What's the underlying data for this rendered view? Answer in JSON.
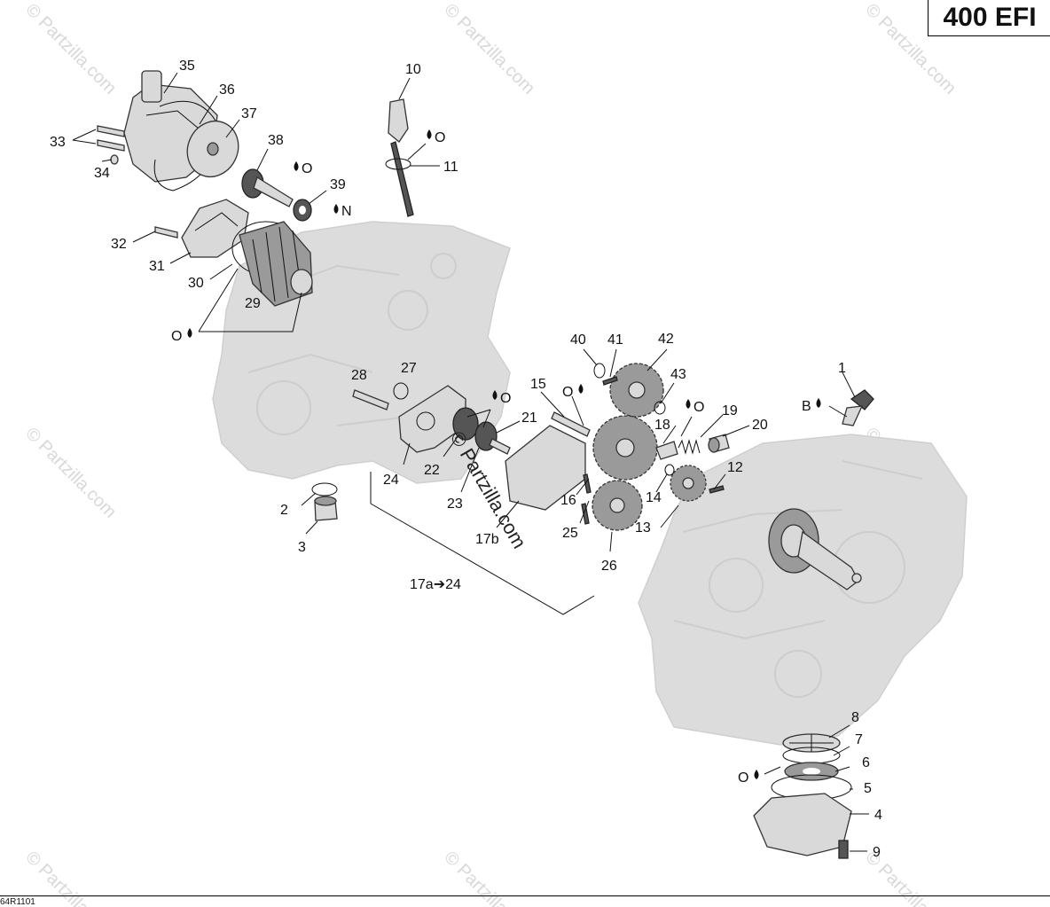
{
  "model_label": "400 EFI",
  "figure_code": "64R1101",
  "watermark": "© Partzilla.com",
  "watermark_center": "© Partzilla.com",
  "labels": {
    "l1": "1",
    "l2": "2",
    "l3": "3",
    "l4": "4",
    "l5": "5",
    "l6": "6",
    "l7": "7",
    "l8": "8",
    "l9": "9",
    "l10": "10",
    "l11": "11",
    "l12": "12",
    "l13": "13",
    "l14": "14",
    "l15": "15",
    "l16": "16",
    "l17b": "17b",
    "l17a24": "17a➔24",
    "l18": "18",
    "l19": "19",
    "l20": "20",
    "l21": "21",
    "l22": "22",
    "l23": "23",
    "l24": "24",
    "l25": "25",
    "l26": "26",
    "l27": "27",
    "l28": "28",
    "l29": "29",
    "l30": "30",
    "l31": "31",
    "l32": "32",
    "l33": "33",
    "l34": "34",
    "l35": "35",
    "l36": "36",
    "l37": "37",
    "l38": "38",
    "l39": "39",
    "l40": "40",
    "l41": "41",
    "l42": "42",
    "l43": "43"
  },
  "symbols": {
    "oil_o": "O",
    "oil_n": "N",
    "grease_b": "B"
  }
}
